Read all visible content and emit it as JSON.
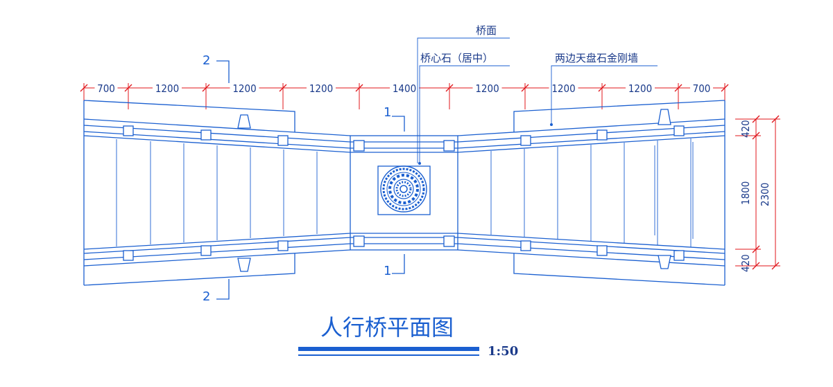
{
  "labels": {
    "deck": "桥面",
    "center_stone": "桥心石（居中）",
    "side_wall": "两边天盘石金刚墙"
  },
  "title": "人行桥平面图",
  "scale": "1:50",
  "section_marks": {
    "sec1_top": "1",
    "sec1_bottom": "1",
    "sec2_top": "2",
    "sec2_bottom": "2"
  },
  "top_dimensions": [
    "700",
    "1200",
    "1200",
    "1200",
    "1400",
    "1200",
    "1200",
    "1200",
    "700"
  ],
  "right_dimensions": {
    "upper": "420",
    "middle": "1800",
    "lower": "420",
    "total": "2300"
  },
  "colors": {
    "linework": "#1a5fd0",
    "dimension": "#e0141a",
    "text": "#1a3a8a"
  }
}
